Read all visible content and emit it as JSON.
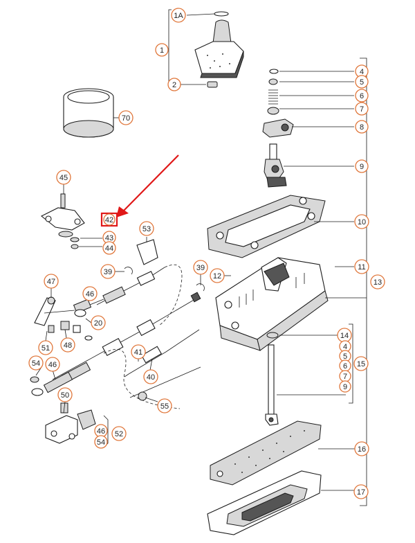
{
  "callouts": [
    {
      "id": "1A",
      "text": "1A"
    },
    {
      "id": "1",
      "text": "1"
    },
    {
      "id": "2",
      "text": "2"
    },
    {
      "id": "4a",
      "text": "4"
    },
    {
      "id": "5a",
      "text": "5"
    },
    {
      "id": "6a",
      "text": "6"
    },
    {
      "id": "7a",
      "text": "7"
    },
    {
      "id": "8",
      "text": "8"
    },
    {
      "id": "9a",
      "text": "9"
    },
    {
      "id": "10",
      "text": "10"
    },
    {
      "id": "11",
      "text": "11"
    },
    {
      "id": "12",
      "text": "12"
    },
    {
      "id": "13",
      "text": "13"
    },
    {
      "id": "14",
      "text": "14"
    },
    {
      "id": "4b",
      "text": "4"
    },
    {
      "id": "5b",
      "text": "5"
    },
    {
      "id": "6b",
      "text": "6"
    },
    {
      "id": "7b",
      "text": "7"
    },
    {
      "id": "9b",
      "text": "9"
    },
    {
      "id": "15",
      "text": "15"
    },
    {
      "id": "16",
      "text": "16"
    },
    {
      "id": "17",
      "text": "17"
    },
    {
      "id": "70",
      "text": "70"
    },
    {
      "id": "45",
      "text": "45"
    },
    {
      "id": "42",
      "text": "42"
    },
    {
      "id": "43",
      "text": "43"
    },
    {
      "id": "44",
      "text": "44"
    },
    {
      "id": "53",
      "text": "53"
    },
    {
      "id": "39a",
      "text": "39"
    },
    {
      "id": "39b",
      "text": "39"
    },
    {
      "id": "47",
      "text": "47"
    },
    {
      "id": "46a",
      "text": "46"
    },
    {
      "id": "20",
      "text": "20"
    },
    {
      "id": "51",
      "text": "51"
    },
    {
      "id": "48",
      "text": "48"
    },
    {
      "id": "41",
      "text": "41"
    },
    {
      "id": "54a",
      "text": "54"
    },
    {
      "id": "46b",
      "text": "46"
    },
    {
      "id": "40",
      "text": "40"
    },
    {
      "id": "55",
      "text": "55"
    },
    {
      "id": "50",
      "text": "50"
    },
    {
      "id": "46c",
      "text": "46"
    },
    {
      "id": "54b",
      "text": "54"
    },
    {
      "id": "52",
      "text": "52"
    }
  ],
  "highlight": {
    "target": "42",
    "color": "#e01818"
  },
  "colors": {
    "callout_border": "#e0763a",
    "arrow": "#e01818"
  }
}
